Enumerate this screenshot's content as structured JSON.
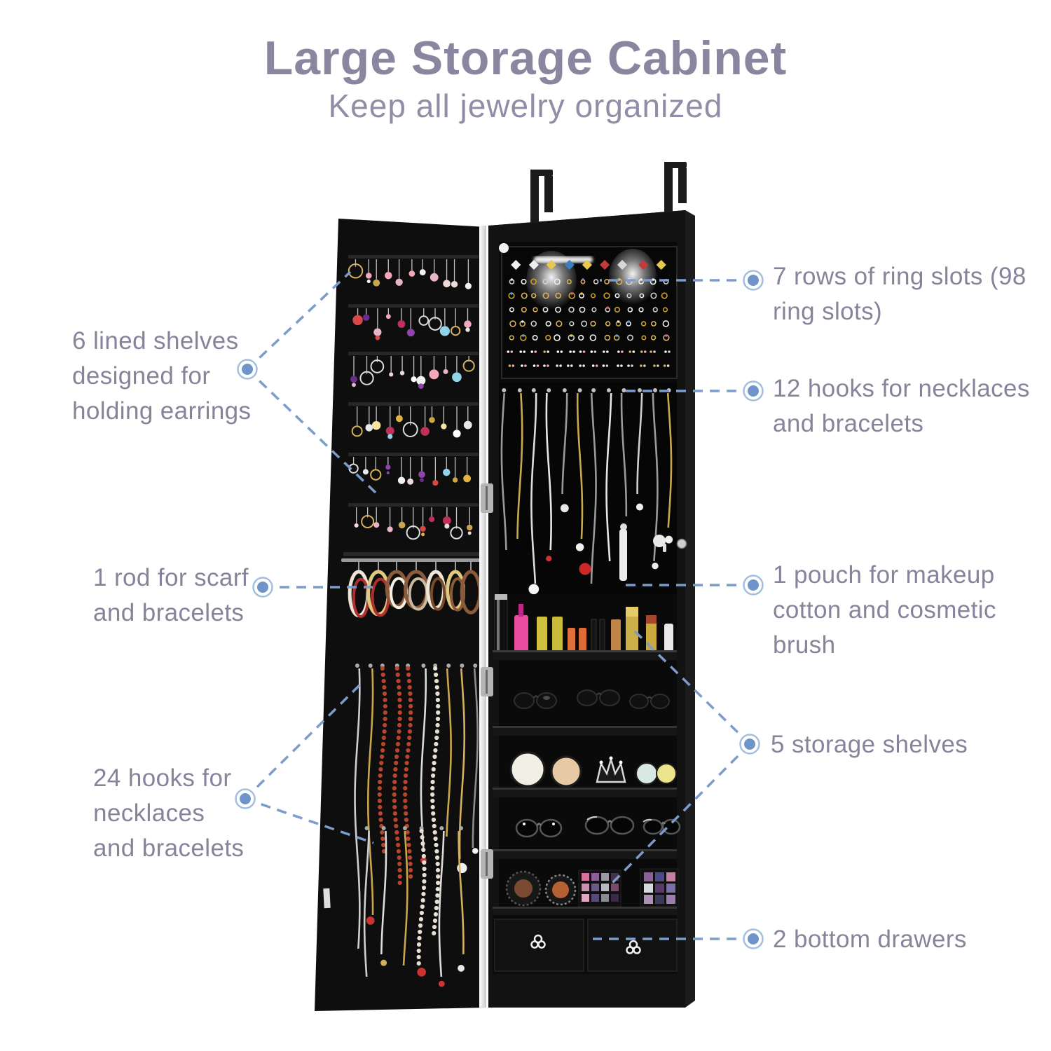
{
  "header": {
    "title": "Large Storage Cabinet",
    "subtitle": "Keep all jewelry organized"
  },
  "callouts": {
    "left": [
      {
        "id": "earring-shelves",
        "label": "6 lined shelves designed for holding earrings"
      },
      {
        "id": "scarf-rod",
        "label": "1 rod for scarf and bracelets"
      },
      {
        "id": "door-hooks",
        "label": "24 hooks for necklaces and bracelets"
      }
    ],
    "right": [
      {
        "id": "ring-slots",
        "label": "7 rows of ring slots (98 ring slots)"
      },
      {
        "id": "necklace-hooks",
        "label": "12 hooks for necklaces and bracelets"
      },
      {
        "id": "makeup-pouch",
        "label": "1 pouch for makeup cotton and cosmetic brush"
      },
      {
        "id": "storage-shelves",
        "label": "5 storage shelves"
      },
      {
        "id": "bottom-drawers",
        "label": "2 bottom drawers"
      }
    ]
  },
  "colors": {
    "title_text": "#8987a0",
    "callout_text": "#85849b",
    "connector_blue": "#7b9ccc",
    "dot_fill": "#6f94c9",
    "cabinet_black": "#121212"
  }
}
